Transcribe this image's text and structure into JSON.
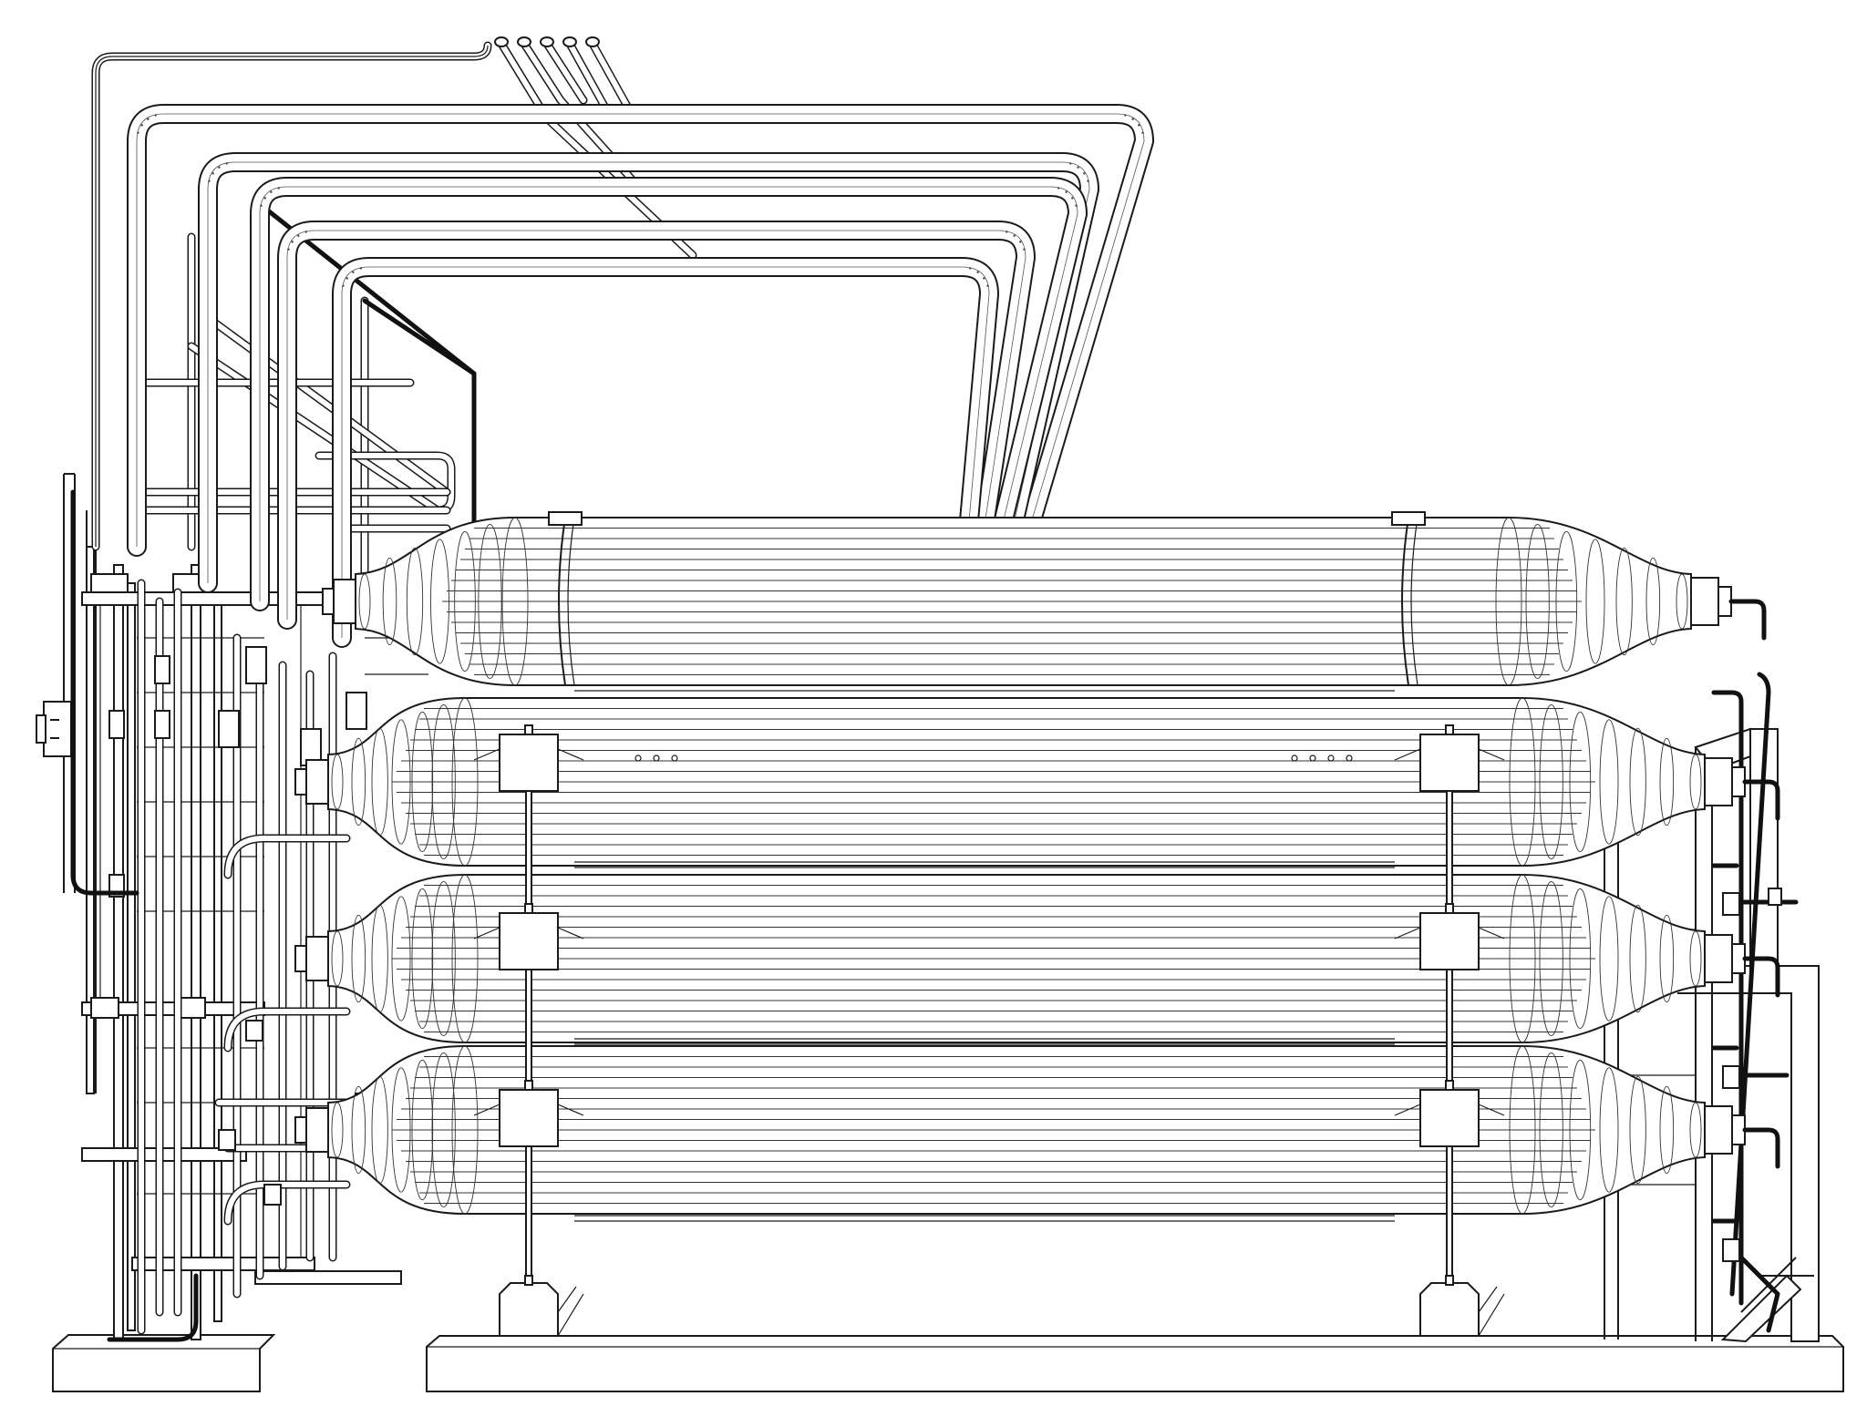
{
  "drawing": {
    "style": "black line wireframe on white background",
    "colors": {
      "line": "#1a1a1a",
      "background": "#ffffff"
    },
    "cylinders": 4,
    "overhead_pipes": 5,
    "vertical_pipe_drops": 5
  }
}
